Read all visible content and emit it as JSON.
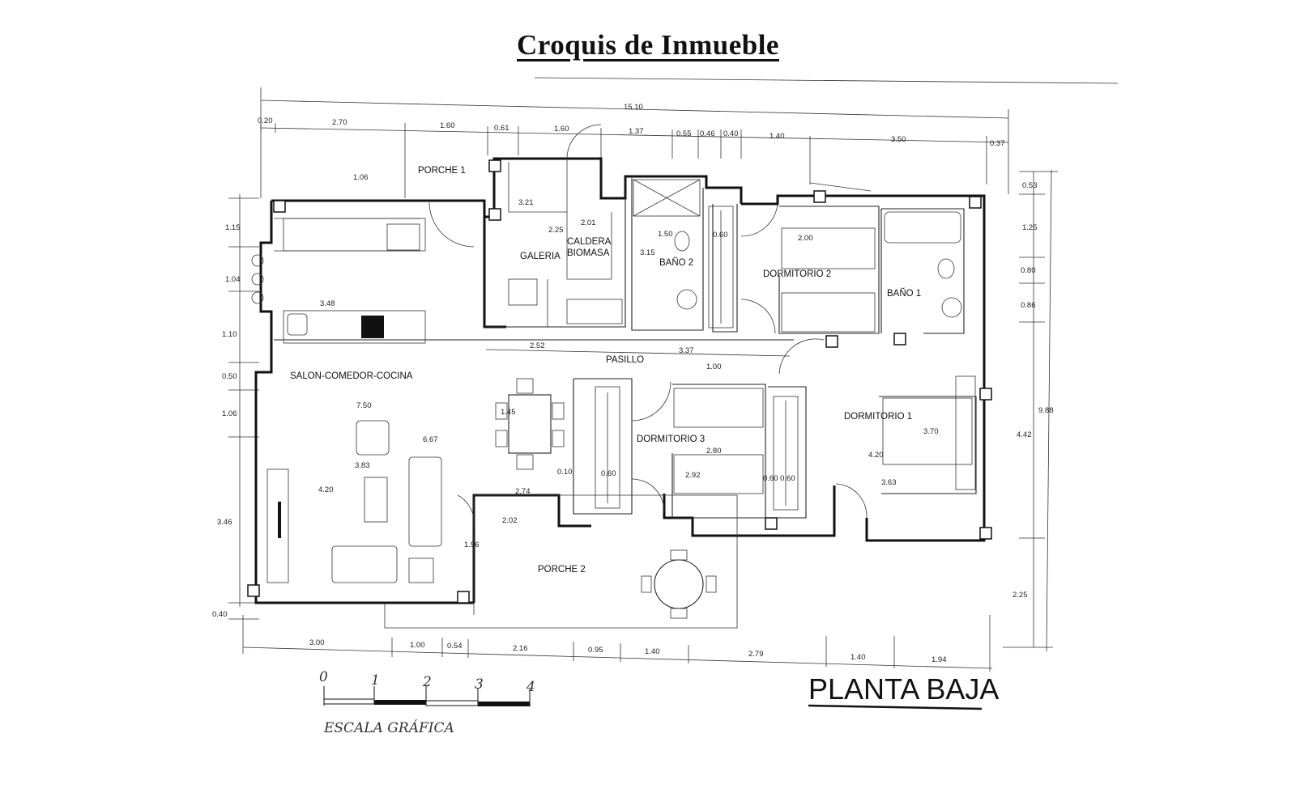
{
  "title": "Croquis de Inmueble",
  "plan_label": "PLANTA BAJA",
  "scale": {
    "label": "ESCALA GRÁFICA",
    "ticks": [
      "0",
      "1",
      "2",
      "3",
      "4"
    ]
  },
  "rooms": {
    "porche1": "PORCHE 1",
    "galeria": "GALERIA",
    "caldera_line1": "CALDERA",
    "caldera_line2": "BIOMASA",
    "bano2": "BAÑO 2",
    "dormitorio2": "DORMITORIO 2",
    "bano1": "BAÑO 1",
    "pasillo": "PASILLO",
    "salon": "SALON-COMEDOR-COCINA",
    "dormitorio3": "DORMITORIO 3",
    "dormitorio1": "DORMITORIO 1",
    "porche2": "PORCHE 2"
  },
  "dimensions": {
    "overall_width": "15.10",
    "top": [
      "0.20",
      "2.70",
      "1.60",
      "0.61",
      "1.60",
      "1.37",
      "0.55",
      "0.46",
      "0.40",
      "1.40",
      "3.50",
      "0.37"
    ],
    "bottom": [
      "3.00",
      "1.00",
      "0.54",
      "2.16",
      "0.95",
      "1.40",
      "2.79",
      "1.40",
      "1.94"
    ],
    "left": [
      "1.15",
      "1.04",
      "1.10",
      "0.50",
      "1.06",
      "3.46",
      "0.40"
    ],
    "right": [
      "0.53",
      "1.25",
      "0.80",
      "0.86",
      "4.42",
      "2.25"
    ],
    "right_total": "9.88",
    "interior": {
      "porche1_depth": "1.06",
      "galeria_h": "3.21",
      "galeria_w": "2.25",
      "caldera_w": "2.01",
      "bano2_h": "3.15",
      "bano2_w": "1.50",
      "closet_w": "0.60",
      "dorm2_w": "2.00",
      "salon_h": "3.48",
      "pasillo_w1": "2.52",
      "pasillo_w2": "3.37",
      "salon_total": "7.50",
      "salon_w": "6.67",
      "salon_seg": "3.83",
      "salon_h2": "4.20",
      "comedor": "1.45",
      "pasillo_h": "1.00",
      "step": "0.10",
      "closet3": "0.60",
      "porch_seg": "2.74",
      "porche2_w": "2.02",
      "porche2_h": "1.96",
      "dorm3_h": "2.80",
      "dorm3_w": "2.92",
      "closet1": "0.60 0.60",
      "dorm1_w": "3.70",
      "dorm1_h": "4.20",
      "dorm1_w2": "3.63"
    }
  }
}
